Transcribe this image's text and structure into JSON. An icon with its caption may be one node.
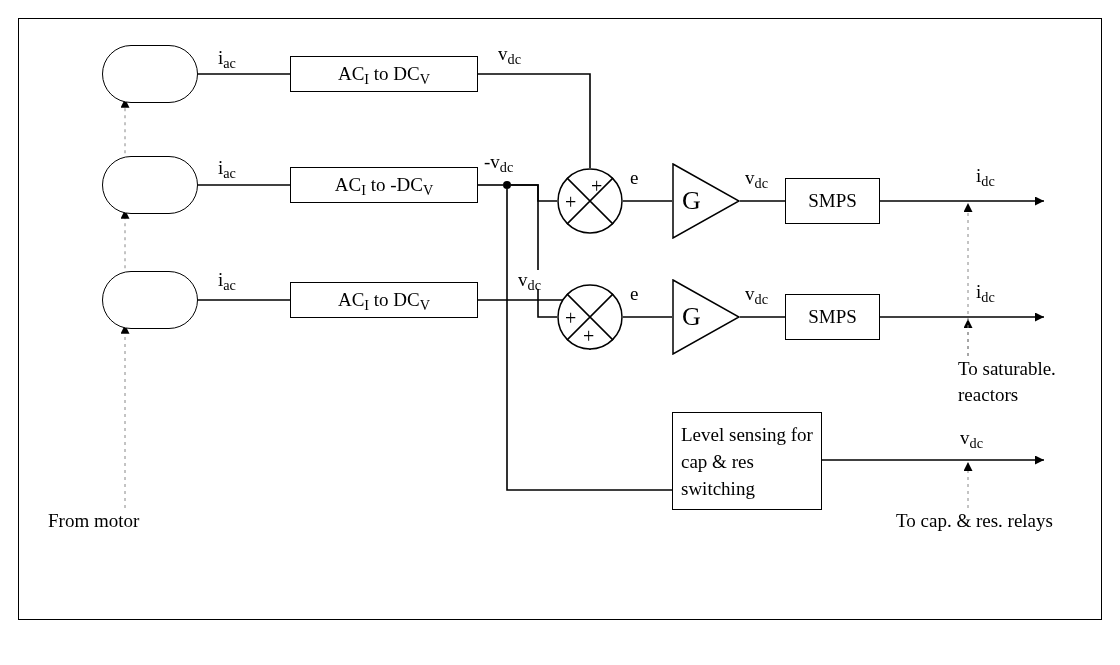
{
  "diagram": {
    "nodes": [
      {
        "text": [],
        "shape": "circle"
      },
      {
        "text": [
          "AC$_{I}$ to DC$_{V}$"
        ]
      },
      {
        "text": [
          "+",
          "+"
        ]
      },
      {
        "text": [
          "G"
        ]
      },
      {
        "text": [
          "SMPS"
        ]
      },
      {
        "text": [],
        "shape": "circle"
      },
      {
        "text": [
          "AC$_{I}$ to -DC$_{V}$"
        ]
      },
      {
        "text": [
          "+",
          "+"
        ]
      },
      {
        "text": [
          "G"
        ]
      },
      {
        "text": [
          "SMPS"
        ]
      },
      {
        "text": [],
        "shape": "circle"
      },
      {
        "text": [
          "AC$_{I}$ to DC$_{V}$"
        ]
      },
      {
        "text": [
          "Level sensing for cap & res switching"
        ]
      },
      {
        "text": [
          "From motor"
        ]
      },
      {
        "text": [
          "To saturable. reactors"
        ]
      },
      {
        "text": [
          "To cap. & res. relays"
        ]
      },
      {
        "text": [],
        "shape": "dot"
      }
    ],
    "edges": [
      {
        "from": 0,
        "to": 1,
        "arrow": "none",
        "label": "i$_{ac}$"
      },
      {
        "from": 1,
        "to": 2,
        "arrow": "none",
        "label": "v$_{dc}$"
      },
      {
        "from": 2,
        "to": 3,
        "arrow": "none",
        "label": "e"
      },
      {
        "from": 3,
        "to": 4,
        "arrow": "none",
        "label": "v$_{dc}$"
      },
      {
        "from": 4,
        "to": null,
        "arrow": "to",
        "label": "i$_{dc}$"
      },
      {
        "from": 5,
        "to": 6,
        "arrow": "none",
        "label": "i$_{ac}$"
      },
      {
        "from": 6,
        "to": 16,
        "arrow": "none",
        "label": "-v$_{dc}$"
      },
      {
        "from": 16,
        "to": 2,
        "arrow": "none"
      },
      {
        "from": 16,
        "to": 7,
        "arrow": "none"
      },
      {
        "from": 16,
        "to": 12,
        "arrow": "none"
      },
      {
        "from": 7,
        "to": 8,
        "arrow": "none",
        "label": "e"
      },
      {
        "from": 8,
        "to": 9,
        "arrow": "none",
        "label": "v$_{dc}$"
      },
      {
        "from": 9,
        "to": null,
        "arrow": "to",
        "label": "i$_{dc}$"
      },
      {
        "from": 10,
        "to": 11,
        "arrow": "none",
        "label": "i$_{ac}$"
      },
      {
        "from": 11,
        "to": 7,
        "arrow": "none",
        "label": "v$_{dc}$"
      },
      {
        "from": 12,
        "to": null,
        "arrow": "to",
        "label": "v$_{dc}$"
      },
      {
        "from": 13,
        "to": 10,
        "arrow": "to",
        "style": "dashed",
        "color": "#888888"
      },
      {
        "from": 10,
        "to": 5,
        "arrow": "to",
        "style": "dashed",
        "color": "#888888"
      },
      {
        "from": 5,
        "to": 0,
        "arrow": "to",
        "style": "dashed",
        "color": "#888888"
      },
      {
        "from": 14,
        "to": null,
        "arrow": "to",
        "style": "dashed",
        "color": "#888888"
      },
      {
        "from": 14,
        "to": null,
        "arrow": "to",
        "style": "dashed",
        "color": "#888888"
      },
      {
        "from": 15,
        "to": null,
        "arrow": "to",
        "style": "dashed",
        "color": "#888888"
      }
    ]
  }
}
